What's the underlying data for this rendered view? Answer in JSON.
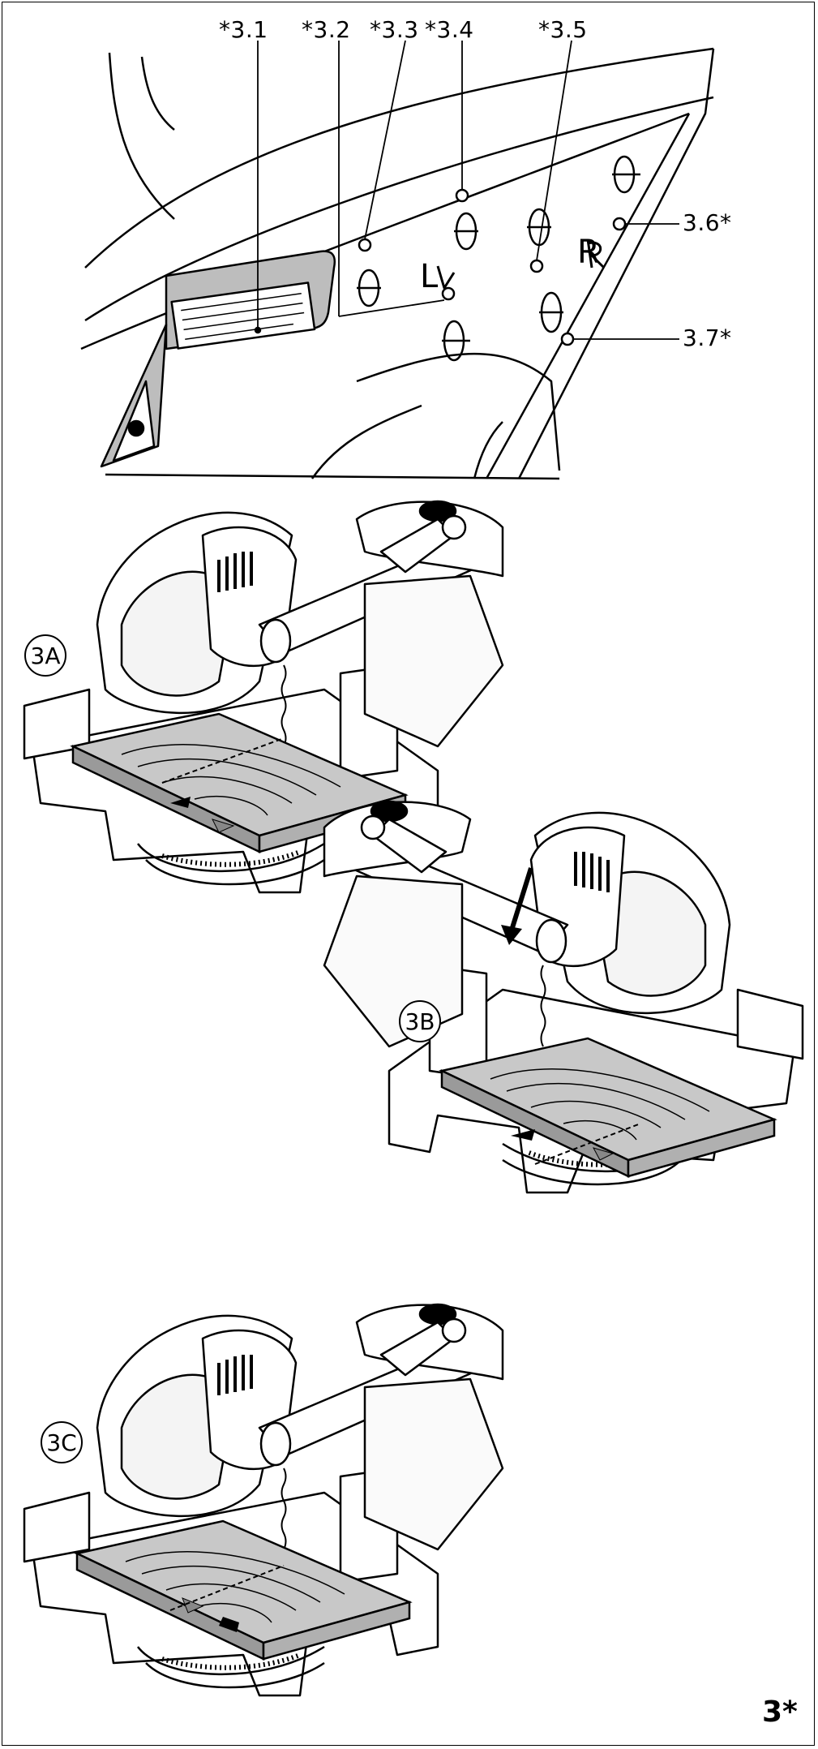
{
  "callouts": {
    "c31": "*3.1",
    "c32": "*3.2",
    "c33": "*3.3",
    "c34": "*3.4",
    "c35": "*3.5",
    "c36": "3.6*",
    "c37": "3.7*"
  },
  "panel_letters": {
    "left": "L",
    "right": "R"
  },
  "figures": {
    "a": "3A",
    "b": "3B",
    "c": "3C"
  },
  "page_number": "3*",
  "colors": {
    "line": "#000000",
    "label_fill": "#bdbdbd",
    "wood": "#c8c8c8",
    "shade": "#9a9a9a"
  }
}
